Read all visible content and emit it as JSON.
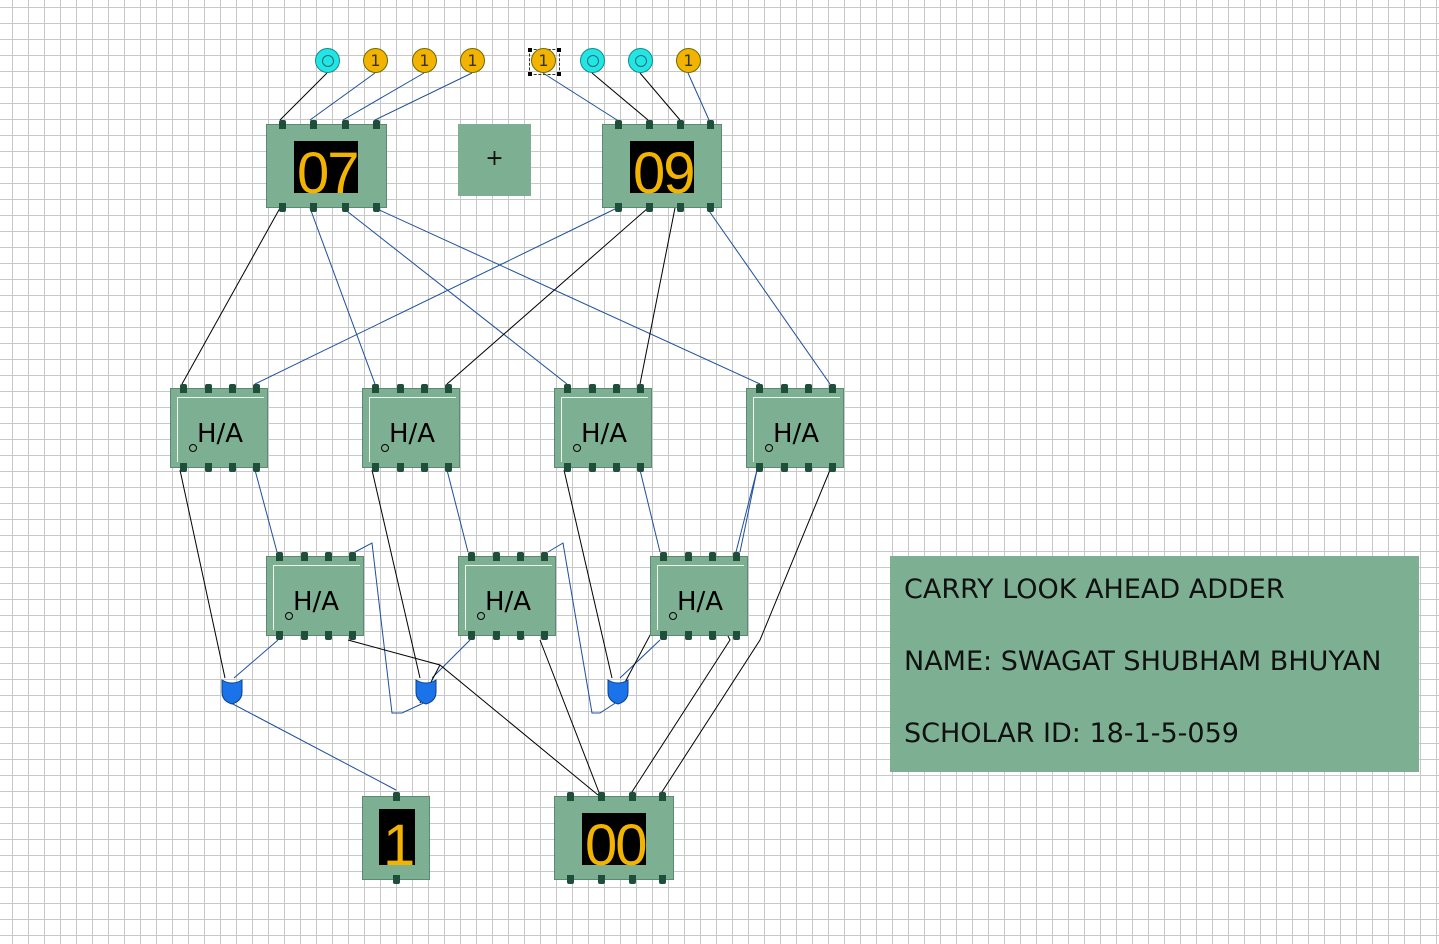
{
  "inputs": {
    "a_bits": [
      "0",
      "1",
      "1",
      "1"
    ],
    "b_bits": [
      "1",
      "0",
      "0",
      "1"
    ]
  },
  "displays": {
    "a_value": "07",
    "b_value": "09",
    "carry_value": "1",
    "sum_value": "00"
  },
  "operator": "+",
  "half_adder_label": "H/A",
  "info": {
    "title": "CARRY LOOK AHEAD ADDER",
    "name": "NAME: SWAGAT SHUBHAM BHUYAN",
    "scholar_id": "SCHOLAR ID: 18-1-5-059"
  },
  "colors": {
    "chip": "#7daf93",
    "switch_on": "#f2b400",
    "switch_off": "#22e6e6",
    "wire_black": "#000000",
    "wire_blue": "#1c4f9c",
    "or_gate": "#1a73e8"
  },
  "icons": {
    "bit_on": "switch-on-icon",
    "bit_off": "switch-off-icon",
    "or_gate": "or-gate-icon"
  }
}
